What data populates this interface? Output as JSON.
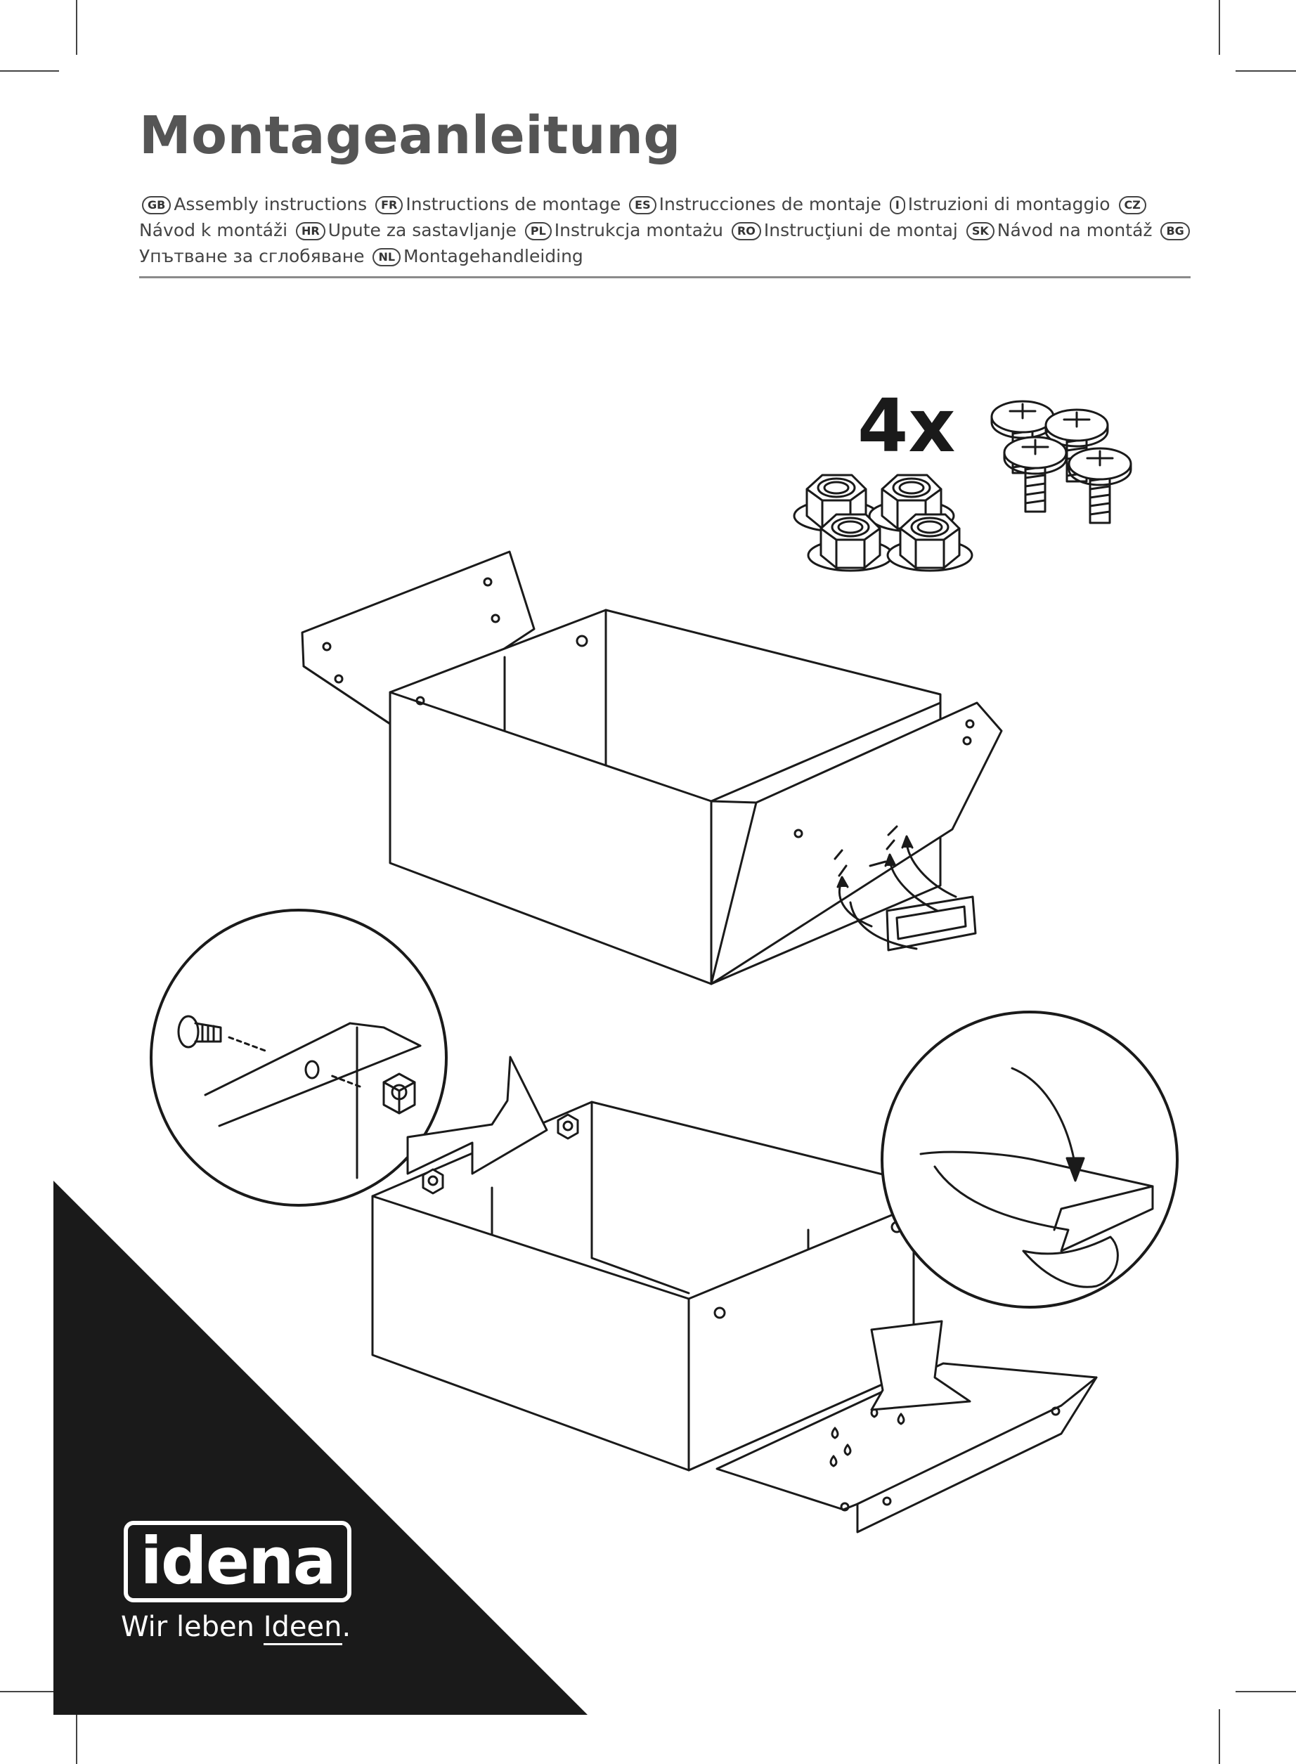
{
  "header": {
    "title": "Montageanleitung",
    "languages": [
      {
        "code": "GB",
        "text": "Assembly instructions"
      },
      {
        "code": "FR",
        "text": "Instructions de montage"
      },
      {
        "code": "ES",
        "text": "Instrucciones de montaje"
      },
      {
        "code": "I",
        "text": "Istruzioni di montaggio"
      },
      {
        "code": "CZ",
        "text": "Návod k montáži"
      },
      {
        "code": "HR",
        "text": "Upute za sastavljanje"
      },
      {
        "code": "PL",
        "text": "Instrukcja montażu"
      },
      {
        "code": "RO",
        "text": "Instrucţiuni de montaj"
      },
      {
        "code": "SK",
        "text": "Návod na montáž"
      },
      {
        "code": "BG",
        "text": "Упътване за сглобяване"
      },
      {
        "code": "NL",
        "text": "Montagehandleiding"
      }
    ]
  },
  "parts": {
    "quantity": "4x",
    "items": [
      "nut-icon",
      "screw-icon"
    ]
  },
  "brand": {
    "logo": "idena",
    "slogan_prefix": "Wir leben ",
    "slogan_underlined": "Ideen",
    "slogan_suffix": "."
  },
  "colors": {
    "ink": "#1a1a1a",
    "text": "#4a4a4a",
    "rule": "#8a8a8a",
    "corner": "#1a1a1a",
    "paper": "#ffffff"
  }
}
